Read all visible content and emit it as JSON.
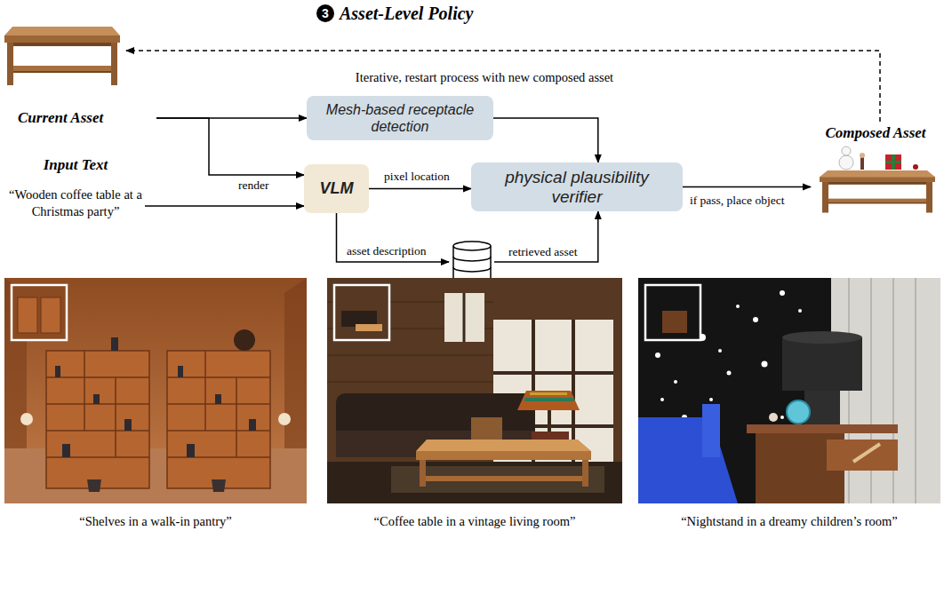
{
  "diagram": {
    "title": "Asset-Level Policy",
    "nodes": [
      {
        "text": [
          "Current Asset"
        ]
      },
      {
        "text": [
          "Input Text",
          "“Wooden coffee table at a Christmas party”"
        ]
      },
      {
        "text": [
          "Mesh-based receptacle detection"
        ]
      },
      {
        "text": [
          "VLM"
        ]
      },
      {
        "text": [
          "physical plausibility verifier"
        ]
      },
      {
        "text": [
          "Composed Asset"
        ]
      }
    ],
    "edges": [
      {
        "from": 0,
        "to": 2,
        "arrow": "to"
      },
      {
        "from": 0,
        "to": 3,
        "label": "render",
        "arrow": "to"
      },
      {
        "from": 1,
        "to": 3,
        "arrow": "to"
      },
      {
        "from": 2,
        "to": 4,
        "arrow": "to"
      },
      {
        "from": 3,
        "to": 4,
        "label": "pixel location",
        "arrow": "to"
      },
      {
        "from": 3,
        "to": 4,
        "label": "asset description",
        "arrow": "to"
      },
      {
        "from": 4,
        "to": 5,
        "label": "if pass, place object",
        "arrow": "to"
      }
    ],
    "labels": [
      "3",
      "Iterative, restart process with new composed asset",
      "retrieved asset",
      "“Shelves in a walk-in pantry”",
      "“Coffee table in a vintage living room”",
      "“Nightstand in a dreamy children’s room”"
    ]
  }
}
